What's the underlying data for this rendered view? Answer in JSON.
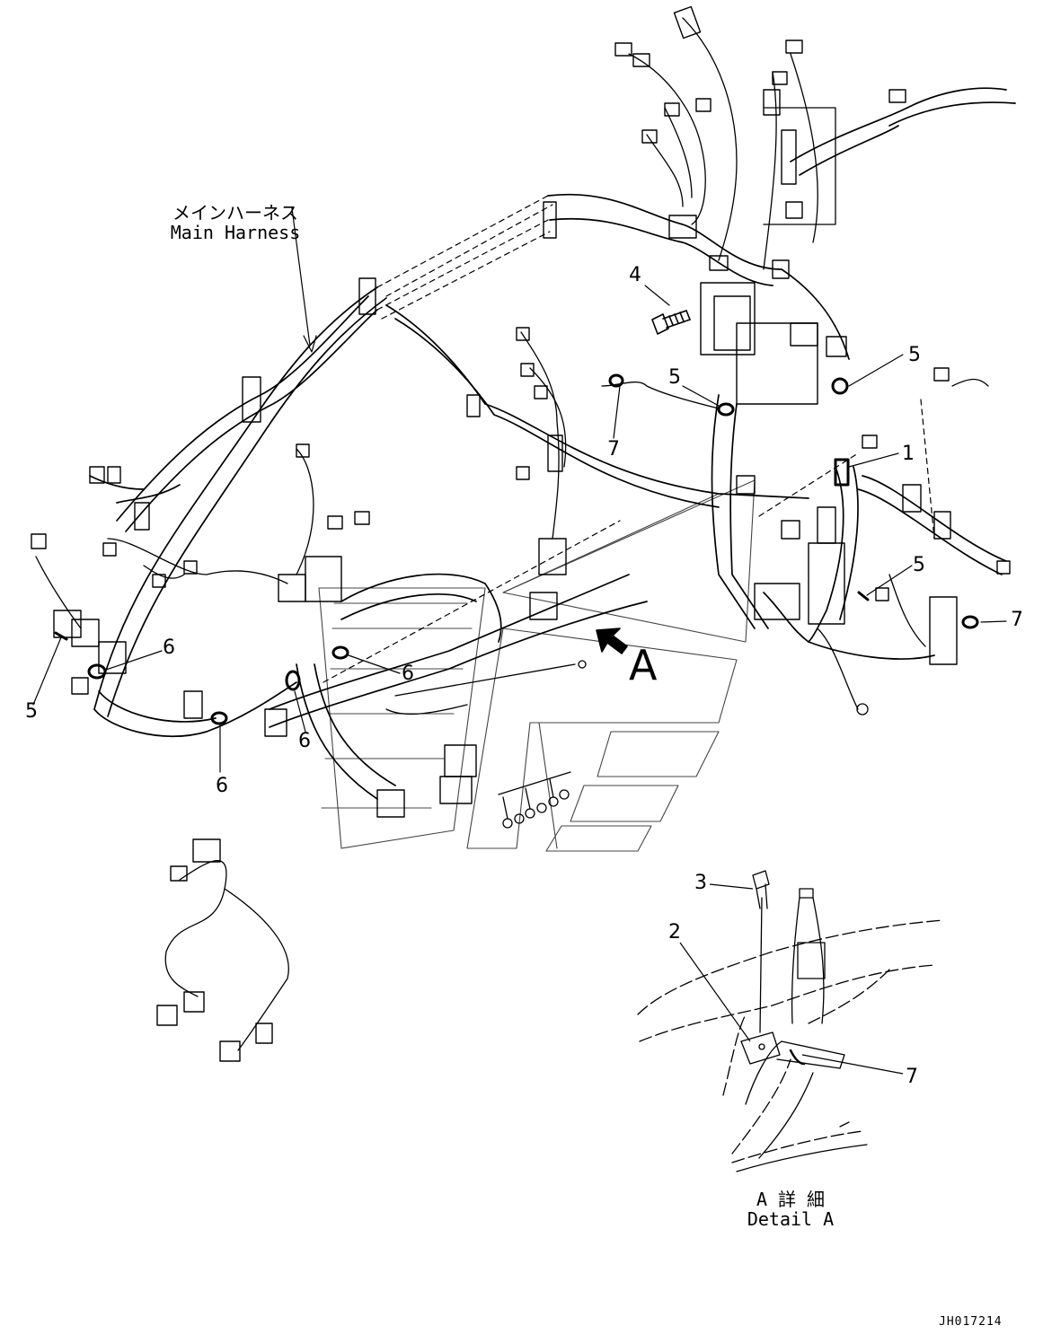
{
  "title_main_harness": {
    "jp": "メインハーネス",
    "en": "Main Harness"
  },
  "view_letter": "A",
  "detail_caption": {
    "jp": "A 詳 細",
    "en": "Detail A"
  },
  "doc_id": "JH017214",
  "callouts": [
    "1",
    "2",
    "3",
    "4",
    "5",
    "5",
    "5",
    "5",
    "6",
    "6",
    "6",
    "6",
    "7",
    "7",
    "7"
  ]
}
